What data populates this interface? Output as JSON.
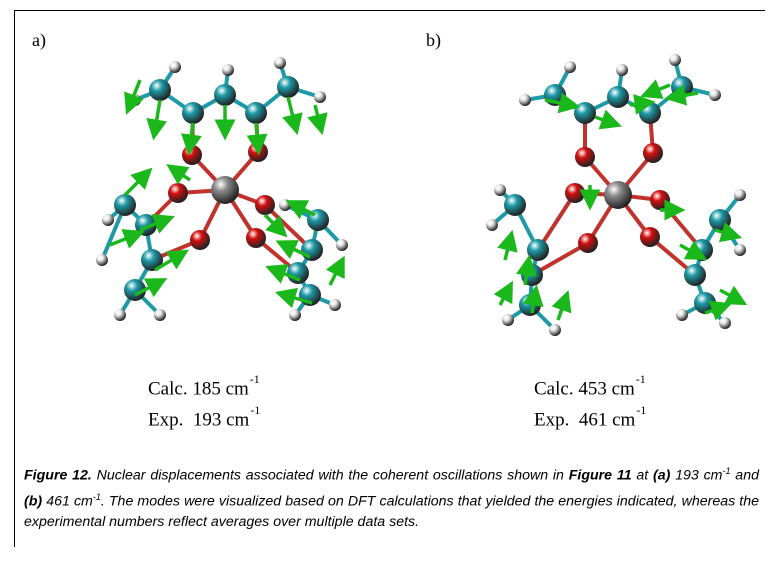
{
  "panels": [
    {
      "label": "a)",
      "calc_text": "Calc. 185 cm",
      "exp_text": "Exp.  193 cm",
      "unit_exponent": "-1"
    },
    {
      "label": "b)",
      "calc_text": "Calc. 453 cm",
      "exp_text": "Exp.  461 cm",
      "unit_exponent": "-1"
    }
  ],
  "caption": {
    "figure_label": "Figure 12.",
    "text_1": " Nuclear displacements associated with the coherent oscillations shown in ",
    "ref_figure": "Figure 11",
    "text_2": " at ",
    "mode_a": "(a)",
    "text_3": " 193 cm",
    "exp_1": "-1",
    "text_4": " and ",
    "mode_b": "(b)",
    "text_5": " 461 cm",
    "exp_2": "-1",
    "text_6": ". The modes were visualized based on DFT calculations that yielded the energies indicated, whereas the experimental numbers reflect averages over multiple data sets."
  },
  "colors": {
    "carbon": "#1d9aa6",
    "oxygen": "#d40f0f",
    "metal": "#8a8a8a",
    "hydrogen": "#e8e8e8",
    "arrow": "#1bb81b",
    "bond": "#c0322a"
  }
}
